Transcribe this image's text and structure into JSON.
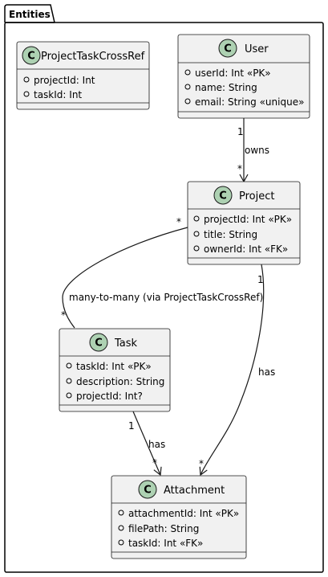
{
  "package": {
    "title": "Entities"
  },
  "colors": {
    "class_fill": "#f1f1f1",
    "class_border": "#181818",
    "stereotype_circle": "#add1b2",
    "attr_marker": "#000000",
    "edge": "#181818"
  },
  "classes": {
    "crossref": {
      "name": "ProjectTaskCrossRef",
      "stereotype": "C",
      "attrs": [
        "projectId: Int",
        "taskId: Int"
      ]
    },
    "user": {
      "name": "User",
      "stereotype": "C",
      "attrs": [
        "userId: Int «PK»",
        "name: String",
        "email: String «unique»"
      ]
    },
    "project": {
      "name": "Project",
      "stereotype": "C",
      "attrs": [
        "projectId: Int «PK»",
        "title: String",
        "ownerId: Int «FK»"
      ]
    },
    "task": {
      "name": "Task",
      "stereotype": "C",
      "attrs": [
        "taskId: Int «PK»",
        "description: String",
        "projectId: Int?"
      ]
    },
    "attachment": {
      "name": "Attachment",
      "stereotype": "C",
      "attrs": [
        "attachmentId: Int «PK»",
        "filePath: String",
        "taskId: Int «FK»"
      ]
    }
  },
  "edges": {
    "owns": {
      "label": "owns",
      "from_mult": "1",
      "to_mult": "*"
    },
    "many_to_many": {
      "label": "many-to-many (via ProjectTaskCrossRef)",
      "from_mult": "*",
      "to_mult": "*"
    },
    "project_has": {
      "label": "has",
      "from_mult": "1",
      "to_mult": "*"
    },
    "task_has": {
      "label": "has",
      "from_mult": "1",
      "to_mult": "*"
    }
  }
}
